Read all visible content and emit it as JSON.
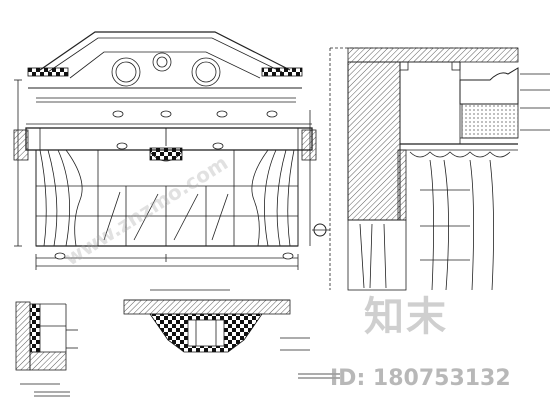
{
  "watermark": {
    "brand": "知末",
    "id_label": "ID: 180753132",
    "site": "www.znzmo.com"
  }
}
